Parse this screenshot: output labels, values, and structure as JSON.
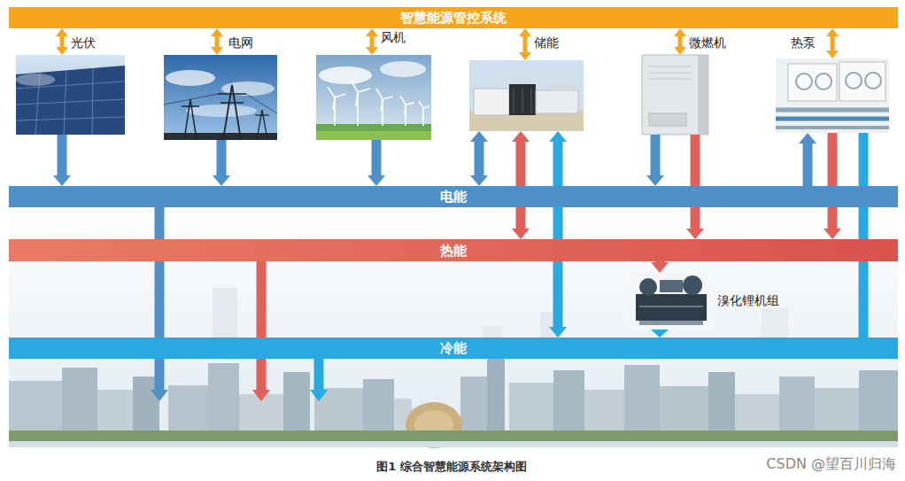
{
  "diagram": {
    "caption": "图1 综合智慧能源系统架构图",
    "nodes": [
      {
        "text": [
          "智慧能源管控系统"
        ]
      },
      {
        "text": [
          "光伏"
        ]
      },
      {
        "text": [
          "电网"
        ]
      },
      {
        "text": [
          "风机"
        ]
      },
      {
        "text": [
          "储能"
        ]
      },
      {
        "text": [
          "微燃机"
        ]
      },
      {
        "text": [
          "热泵"
        ]
      },
      {
        "text": [
          "电能"
        ]
      },
      {
        "text": [
          "热能"
        ]
      },
      {
        "text": [
          "溴化锂机组"
        ]
      },
      {
        "text": [
          "冷能"
        ]
      }
    ],
    "edges": [
      {
        "from": 0,
        "to": 1,
        "arrow": "both"
      },
      {
        "from": 0,
        "to": 2,
        "arrow": "both"
      },
      {
        "from": 0,
        "to": 3,
        "arrow": "both"
      },
      {
        "from": 0,
        "to": 4,
        "arrow": "both"
      },
      {
        "from": 0,
        "to": 5,
        "arrow": "both"
      },
      {
        "from": 0,
        "to": 6,
        "arrow": "both"
      },
      {
        "from": 1,
        "to": 7,
        "arrow": "to"
      },
      {
        "from": 2,
        "to": 7,
        "arrow": "to"
      },
      {
        "from": 3,
        "to": 7,
        "arrow": "to"
      },
      {
        "from": 4,
        "to": 7,
        "arrow": "both"
      },
      {
        "from": 4,
        "to": 8,
        "arrow": "both"
      },
      {
        "from": 4,
        "to": 10,
        "arrow": "both"
      },
      {
        "from": 5,
        "to": 7,
        "arrow": "to"
      },
      {
        "from": 5,
        "to": 8,
        "arrow": "to"
      },
      {
        "from": 7,
        "to": 6,
        "arrow": "to"
      },
      {
        "from": 6,
        "to": 8,
        "arrow": "to"
      },
      {
        "from": 6,
        "to": 10,
        "arrow": "none"
      },
      {
        "from": 8,
        "to": 9,
        "arrow": "to"
      },
      {
        "from": 9,
        "to": 10,
        "arrow": "to"
      }
    ],
    "labels": [
      "CSDN @望百川归海"
    ]
  }
}
